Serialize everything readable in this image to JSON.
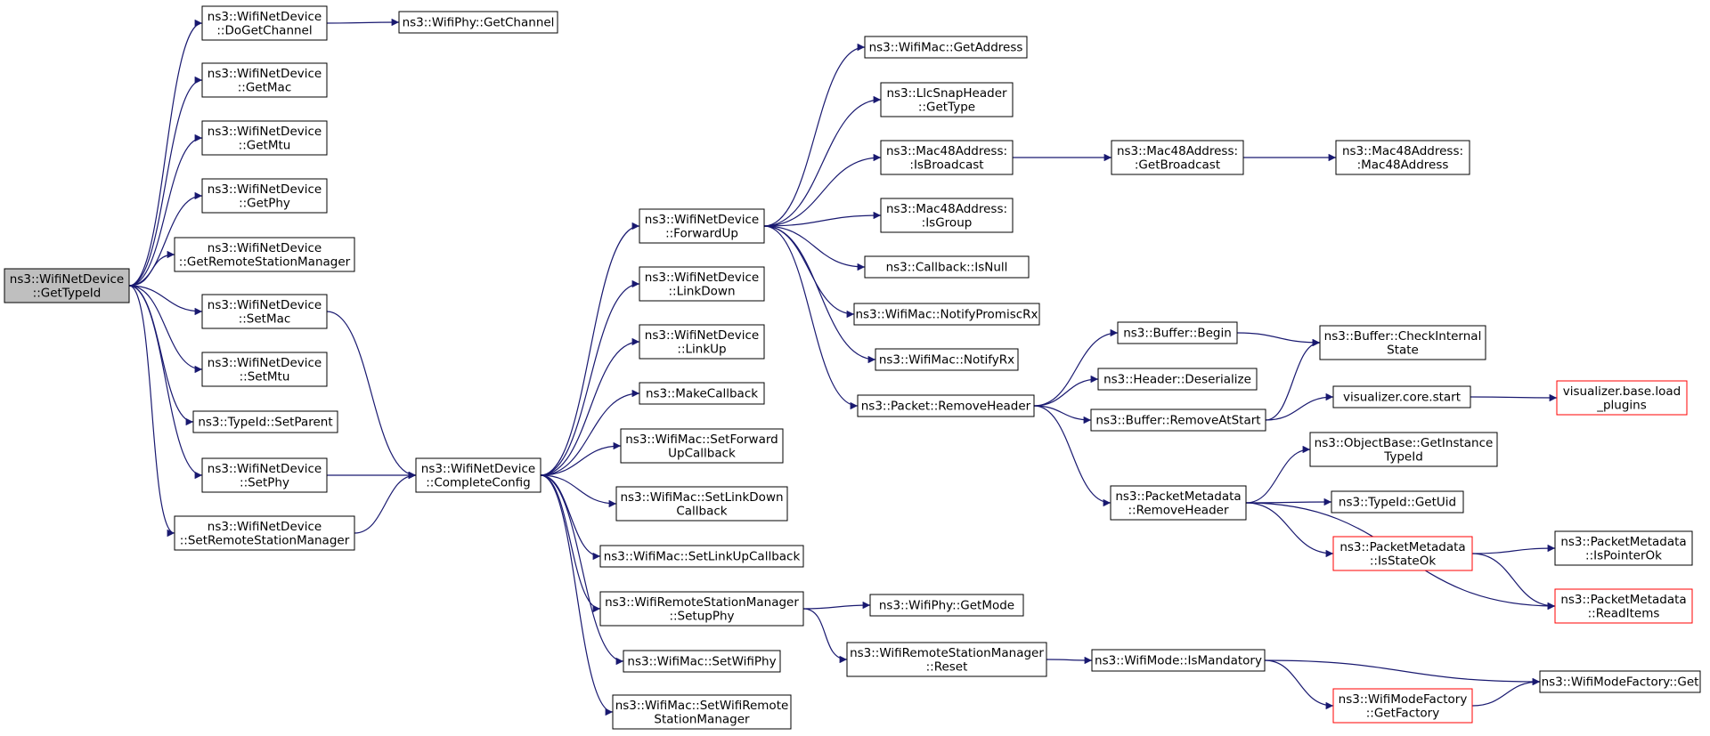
{
  "colors": {
    "edge": "#191970",
    "root_fill": "#bfbfbf",
    "node_fill": "#ffffff",
    "node_border": "#000000",
    "truncated_border": "#ff0000"
  },
  "nodes": [
    {
      "id": "root",
      "lines": [
        "ns3::WifiNetDevice",
        "::GetTypeId"
      ],
      "style": "root"
    },
    {
      "id": "doGetChannel",
      "lines": [
        "ns3::WifiNetDevice",
        "::DoGetChannel"
      ],
      "style": "normal"
    },
    {
      "id": "phyGetChannel",
      "lines": [
        "ns3::WifiPhy::GetChannel"
      ],
      "style": "normal"
    },
    {
      "id": "getMac",
      "lines": [
        "ns3::WifiNetDevice",
        "::GetMac"
      ],
      "style": "normal"
    },
    {
      "id": "getMtu",
      "lines": [
        "ns3::WifiNetDevice",
        "::GetMtu"
      ],
      "style": "normal"
    },
    {
      "id": "getPhy",
      "lines": [
        "ns3::WifiNetDevice",
        "::GetPhy"
      ],
      "style": "normal"
    },
    {
      "id": "getRsm",
      "lines": [
        "ns3::WifiNetDevice",
        "::GetRemoteStationManager"
      ],
      "style": "normal"
    },
    {
      "id": "setMac",
      "lines": [
        "ns3::WifiNetDevice",
        "::SetMac"
      ],
      "style": "normal"
    },
    {
      "id": "setMtu",
      "lines": [
        "ns3::WifiNetDevice",
        "::SetMtu"
      ],
      "style": "normal"
    },
    {
      "id": "setParent",
      "lines": [
        "ns3::TypeId::SetParent"
      ],
      "style": "normal"
    },
    {
      "id": "setPhy",
      "lines": [
        "ns3::WifiNetDevice",
        "::SetPhy"
      ],
      "style": "normal"
    },
    {
      "id": "setRsm",
      "lines": [
        "ns3::WifiNetDevice",
        "::SetRemoteStationManager"
      ],
      "style": "normal"
    },
    {
      "id": "completeConfig",
      "lines": [
        "ns3::WifiNetDevice",
        "::CompleteConfig"
      ],
      "style": "normal"
    },
    {
      "id": "forwardUp",
      "lines": [
        "ns3::WifiNetDevice",
        "::ForwardUp"
      ],
      "style": "normal"
    },
    {
      "id": "linkDown",
      "lines": [
        "ns3::WifiNetDevice",
        "::LinkDown"
      ],
      "style": "normal"
    },
    {
      "id": "linkUp",
      "lines": [
        "ns3::WifiNetDevice",
        "::LinkUp"
      ],
      "style": "normal"
    },
    {
      "id": "makeCallback",
      "lines": [
        "ns3::MakeCallback"
      ],
      "style": "normal"
    },
    {
      "id": "setFwdUpCb",
      "lines": [
        "ns3::WifiMac::SetForward",
        "UpCallback"
      ],
      "style": "normal"
    },
    {
      "id": "setLinkDownCb",
      "lines": [
        "ns3::WifiMac::SetLinkDown",
        "Callback"
      ],
      "style": "normal"
    },
    {
      "id": "setLinkUpCb",
      "lines": [
        "ns3::WifiMac::SetLinkUpCallback"
      ],
      "style": "normal"
    },
    {
      "id": "setupPhy",
      "lines": [
        "ns3::WifiRemoteStationManager",
        "::SetupPhy"
      ],
      "style": "normal"
    },
    {
      "id": "setWifiPhy",
      "lines": [
        "ns3::WifiMac::SetWifiPhy"
      ],
      "style": "normal"
    },
    {
      "id": "setWifiRsm",
      "lines": [
        "ns3::WifiMac::SetWifiRemote",
        "StationManager"
      ],
      "style": "normal"
    },
    {
      "id": "macGetAddress",
      "lines": [
        "ns3::WifiMac::GetAddress"
      ],
      "style": "normal"
    },
    {
      "id": "llcGetType",
      "lines": [
        "ns3::LlcSnapHeader",
        "::GetType"
      ],
      "style": "normal"
    },
    {
      "id": "isBroadcast",
      "lines": [
        "ns3::Mac48Address:",
        ":IsBroadcast"
      ],
      "style": "normal"
    },
    {
      "id": "getBroadcast",
      "lines": [
        "ns3::Mac48Address:",
        ":GetBroadcast"
      ],
      "style": "normal"
    },
    {
      "id": "mac48Ctor",
      "lines": [
        "ns3::Mac48Address:",
        ":Mac48Address"
      ],
      "style": "normal"
    },
    {
      "id": "isGroup",
      "lines": [
        "ns3::Mac48Address:",
        ":IsGroup"
      ],
      "style": "normal"
    },
    {
      "id": "cbIsNull",
      "lines": [
        "ns3::Callback::IsNull"
      ],
      "style": "normal"
    },
    {
      "id": "notifyPromiscRx",
      "lines": [
        "ns3::WifiMac::NotifyPromiscRx"
      ],
      "style": "normal"
    },
    {
      "id": "notifyRx",
      "lines": [
        "ns3::WifiMac::NotifyRx"
      ],
      "style": "normal"
    },
    {
      "id": "pktRemoveHeader",
      "lines": [
        "ns3::Packet::RemoveHeader"
      ],
      "style": "normal"
    },
    {
      "id": "bufBegin",
      "lines": [
        "ns3::Buffer::Begin"
      ],
      "style": "normal"
    },
    {
      "id": "bufCheckInternal",
      "lines": [
        "ns3::Buffer::CheckInternal",
        "State"
      ],
      "style": "normal"
    },
    {
      "id": "hdrDeserialize",
      "lines": [
        "ns3::Header::Deserialize"
      ],
      "style": "normal"
    },
    {
      "id": "bufRemoveAtStart",
      "lines": [
        "ns3::Buffer::RemoveAtStart"
      ],
      "style": "normal"
    },
    {
      "id": "vizStart",
      "lines": [
        "visualizer.core.start"
      ],
      "style": "normal"
    },
    {
      "id": "vizLoadPlugins",
      "lines": [
        "visualizer.base.load",
        "_plugins"
      ],
      "style": "truncated"
    },
    {
      "id": "getInstanceTypeId",
      "lines": [
        "ns3::ObjectBase::GetInstance",
        "TypeId"
      ],
      "style": "normal"
    },
    {
      "id": "pmRemoveHeader",
      "lines": [
        "ns3::PacketMetadata",
        "::RemoveHeader"
      ],
      "style": "normal"
    },
    {
      "id": "typeIdGetUid",
      "lines": [
        "ns3::TypeId::GetUid"
      ],
      "style": "normal"
    },
    {
      "id": "pmIsStateOk",
      "lines": [
        "ns3::PacketMetadata",
        "::IsStateOk"
      ],
      "style": "truncated"
    },
    {
      "id": "pmIsPointerOk",
      "lines": [
        "ns3::PacketMetadata",
        "::IsPointerOk"
      ],
      "style": "normal"
    },
    {
      "id": "pmReadItems",
      "lines": [
        "ns3::PacketMetadata",
        "::ReadItems"
      ],
      "style": "truncated"
    },
    {
      "id": "phyGetMode",
      "lines": [
        "ns3::WifiPhy::GetMode"
      ],
      "style": "normal"
    },
    {
      "id": "rsmReset",
      "lines": [
        "ns3::WifiRemoteStationManager",
        "::Reset"
      ],
      "style": "normal"
    },
    {
      "id": "isMandatory",
      "lines": [
        "ns3::WifiMode::IsMandatory"
      ],
      "style": "normal"
    },
    {
      "id": "modeFactoryGet",
      "lines": [
        "ns3::WifiModeFactory::Get"
      ],
      "style": "normal"
    },
    {
      "id": "getFactory",
      "lines": [
        "ns3::WifiModeFactory",
        "::GetFactory"
      ],
      "style": "truncated"
    }
  ],
  "edges": [
    [
      "root",
      "doGetChannel"
    ],
    [
      "doGetChannel",
      "phyGetChannel"
    ],
    [
      "root",
      "getMac"
    ],
    [
      "root",
      "getMtu"
    ],
    [
      "root",
      "getPhy"
    ],
    [
      "root",
      "getRsm"
    ],
    [
      "root",
      "setMac"
    ],
    [
      "root",
      "setMtu"
    ],
    [
      "root",
      "setParent"
    ],
    [
      "root",
      "setPhy"
    ],
    [
      "root",
      "setRsm"
    ],
    [
      "setMac",
      "completeConfig"
    ],
    [
      "setPhy",
      "completeConfig"
    ],
    [
      "setRsm",
      "completeConfig"
    ],
    [
      "completeConfig",
      "forwardUp"
    ],
    [
      "completeConfig",
      "linkDown"
    ],
    [
      "completeConfig",
      "linkUp"
    ],
    [
      "completeConfig",
      "makeCallback"
    ],
    [
      "completeConfig",
      "setFwdUpCb"
    ],
    [
      "completeConfig",
      "setLinkDownCb"
    ],
    [
      "completeConfig",
      "setLinkUpCb"
    ],
    [
      "completeConfig",
      "setupPhy"
    ],
    [
      "completeConfig",
      "setWifiPhy"
    ],
    [
      "completeConfig",
      "setWifiRsm"
    ],
    [
      "forwardUp",
      "macGetAddress"
    ],
    [
      "forwardUp",
      "llcGetType"
    ],
    [
      "forwardUp",
      "isBroadcast"
    ],
    [
      "forwardUp",
      "isGroup"
    ],
    [
      "forwardUp",
      "cbIsNull"
    ],
    [
      "forwardUp",
      "notifyPromiscRx"
    ],
    [
      "forwardUp",
      "notifyRx"
    ],
    [
      "forwardUp",
      "pktRemoveHeader"
    ],
    [
      "isBroadcast",
      "getBroadcast"
    ],
    [
      "getBroadcast",
      "mac48Ctor"
    ],
    [
      "pktRemoveHeader",
      "bufBegin"
    ],
    [
      "pktRemoveHeader",
      "hdrDeserialize"
    ],
    [
      "pktRemoveHeader",
      "bufRemoveAtStart"
    ],
    [
      "pktRemoveHeader",
      "pmRemoveHeader"
    ],
    [
      "bufBegin",
      "bufCheckInternal"
    ],
    [
      "bufRemoveAtStart",
      "bufCheckInternal"
    ],
    [
      "bufRemoveAtStart",
      "vizStart"
    ],
    [
      "vizStart",
      "vizLoadPlugins"
    ],
    [
      "pmRemoveHeader",
      "getInstanceTypeId"
    ],
    [
      "pmRemoveHeader",
      "typeIdGetUid"
    ],
    [
      "pmRemoveHeader",
      "pmIsStateOk"
    ],
    [
      "pmRemoveHeader",
      "pmReadItems"
    ],
    [
      "pmIsStateOk",
      "pmIsPointerOk"
    ],
    [
      "pmIsStateOk",
      "pmReadItems"
    ],
    [
      "setupPhy",
      "phyGetMode"
    ],
    [
      "setupPhy",
      "rsmReset"
    ],
    [
      "rsmReset",
      "isMandatory"
    ],
    [
      "isMandatory",
      "modeFactoryGet"
    ],
    [
      "isMandatory",
      "getFactory"
    ],
    [
      "getFactory",
      "modeFactoryGet"
    ]
  ]
}
